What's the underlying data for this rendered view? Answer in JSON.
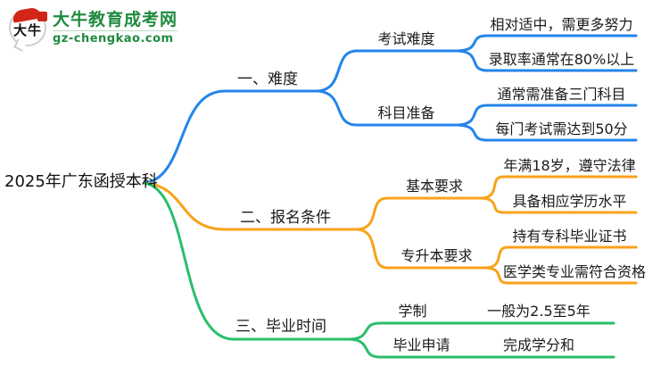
{
  "logo": {
    "icon_text": "大牛",
    "title": "大牛教育成考网",
    "domain": "gz-chengkao.com"
  },
  "colors": {
    "blue": "#2385EA",
    "orange": "#F9A21B",
    "green": "#2BBE6B",
    "logo_green": "#1F8A3F"
  },
  "root": {
    "label": "2025年广东函授本科"
  },
  "branches": [
    {
      "label": "一、难度",
      "children": [
        {
          "label": "考试难度",
          "leaves": [
            "相对适中，需更多努力",
            "录取率通常在80%以上"
          ]
        },
        {
          "label": "科目准备",
          "leaves": [
            "通常需准备三门科目",
            "每门考试需达到50分"
          ]
        }
      ]
    },
    {
      "label": "二、报名条件",
      "children": [
        {
          "label": "基本要求",
          "leaves": [
            "年满18岁，遵守法律",
            "具备相应学历水平"
          ]
        },
        {
          "label": "专升本要求",
          "leaves": [
            "持有专科毕业证书",
            "医学类专业需符合资格"
          ]
        }
      ]
    },
    {
      "label": "三、毕业时间",
      "children": [
        {
          "label": "学制",
          "leaves": [
            "一般为2.5至5年"
          ]
        },
        {
          "label": "毕业申请",
          "leaves": [
            "完成学分和"
          ]
        }
      ]
    }
  ]
}
